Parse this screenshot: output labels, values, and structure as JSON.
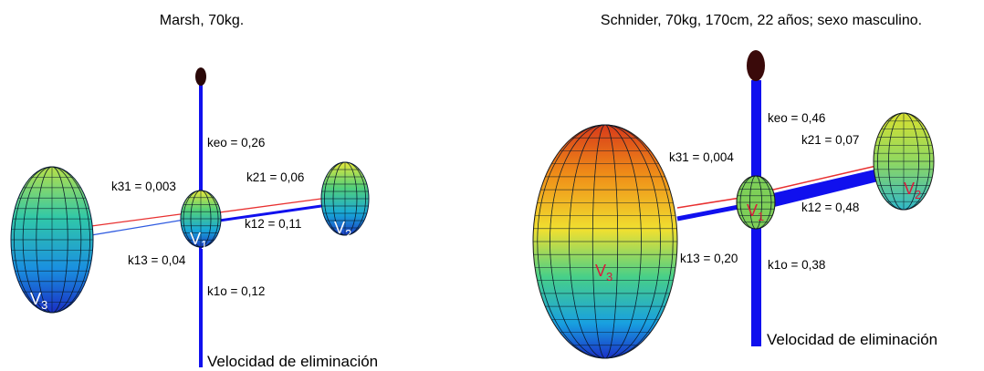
{
  "left": {
    "title": "Marsh, 70kg.",
    "keo": "keo = 0,26",
    "k31": "k31 = 0,003",
    "k21": "k21 = 0,06",
    "k12": "k12 = 0,11",
    "k13": "k13 = 0,04",
    "k10": "k1o = 0,12",
    "v1": "V1",
    "v2": "V2",
    "v3": "V3",
    "elimination": "Velocidad de eliminación"
  },
  "right": {
    "title": "Schnider, 70kg, 170cm, 22 años; sexo masculino.",
    "keo": "keo = 0,46",
    "k31": "k31 = 0,004",
    "k21": "k21 = 0,07",
    "k12": "k12 = 0,48",
    "k13": "k13 = 0,20",
    "k10": "k1o = 0,38",
    "v1": "V1",
    "v2": "V2",
    "v3": "V3",
    "elimination": "Velocidad de eliminación"
  },
  "colors": {
    "flow_strong": "#1010ee",
    "flow_weak": "#e83030",
    "effect_site": "#2a0808",
    "compartment_label_left": "#ffffff",
    "compartment_label_right": "#d81b3c"
  }
}
